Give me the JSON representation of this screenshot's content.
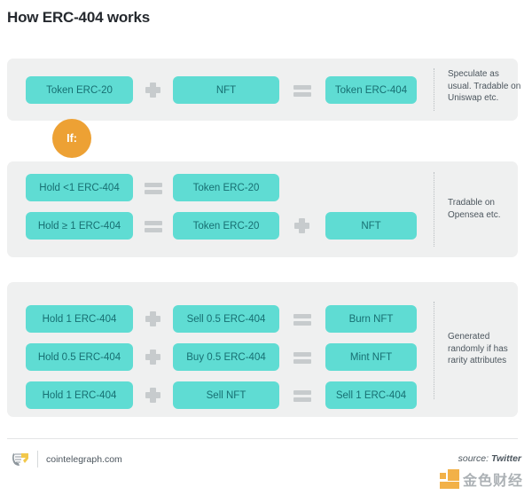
{
  "title": "How ERC-404 works",
  "colors": {
    "panel_bg": "#eff0f0",
    "cell_bg": "#5fdcd3",
    "cell_text": "#176f72",
    "accent_orange": "#eda134",
    "operator_gray": "#c7cbcd",
    "title_text": "#25292e"
  },
  "if_bubble": {
    "label": "If:"
  },
  "sections": [
    {
      "id": "section-1",
      "rows": [
        {
          "cells": [
            "Token ERC-20",
            "NFT",
            "Token ERC-404"
          ],
          "operators": [
            "plus",
            "equals"
          ]
        }
      ],
      "note": "Speculate as usual. Tradable on Uniswap etc."
    },
    {
      "id": "section-2",
      "rows": [
        {
          "cells": [
            "Hold <1 ERC-404",
            "Token ERC-20"
          ],
          "operators": [
            "equals"
          ]
        },
        {
          "cells": [
            "Hold ≥ 1 ERC-404",
            "Token ERC-20",
            "NFT"
          ],
          "operators": [
            "equals",
            "plus"
          ]
        }
      ],
      "note": "Tradable on Opensea etc."
    },
    {
      "id": "section-3",
      "rows": [
        {
          "cells": [
            "Hold 1 ERC-404",
            "Sell 0.5 ERC-404",
            "Burn NFT"
          ],
          "operators": [
            "plus",
            "equals"
          ]
        },
        {
          "cells": [
            "Hold 0.5 ERC-404",
            "Buy 0.5 ERC-404",
            "Mint NFT"
          ],
          "operators": [
            "plus",
            "equals"
          ]
        },
        {
          "cells": [
            "Hold 1 ERC-404",
            "Sell NFT",
            "Sell 1 ERC-404"
          ],
          "operators": [
            "plus",
            "equals"
          ]
        }
      ],
      "note": "Generated randomly if has rarity attributes"
    }
  ],
  "footer": {
    "site": "cointelegraph.com",
    "source_label": "source:",
    "source_value": "Twitter",
    "watermark_text": "金色财经"
  }
}
